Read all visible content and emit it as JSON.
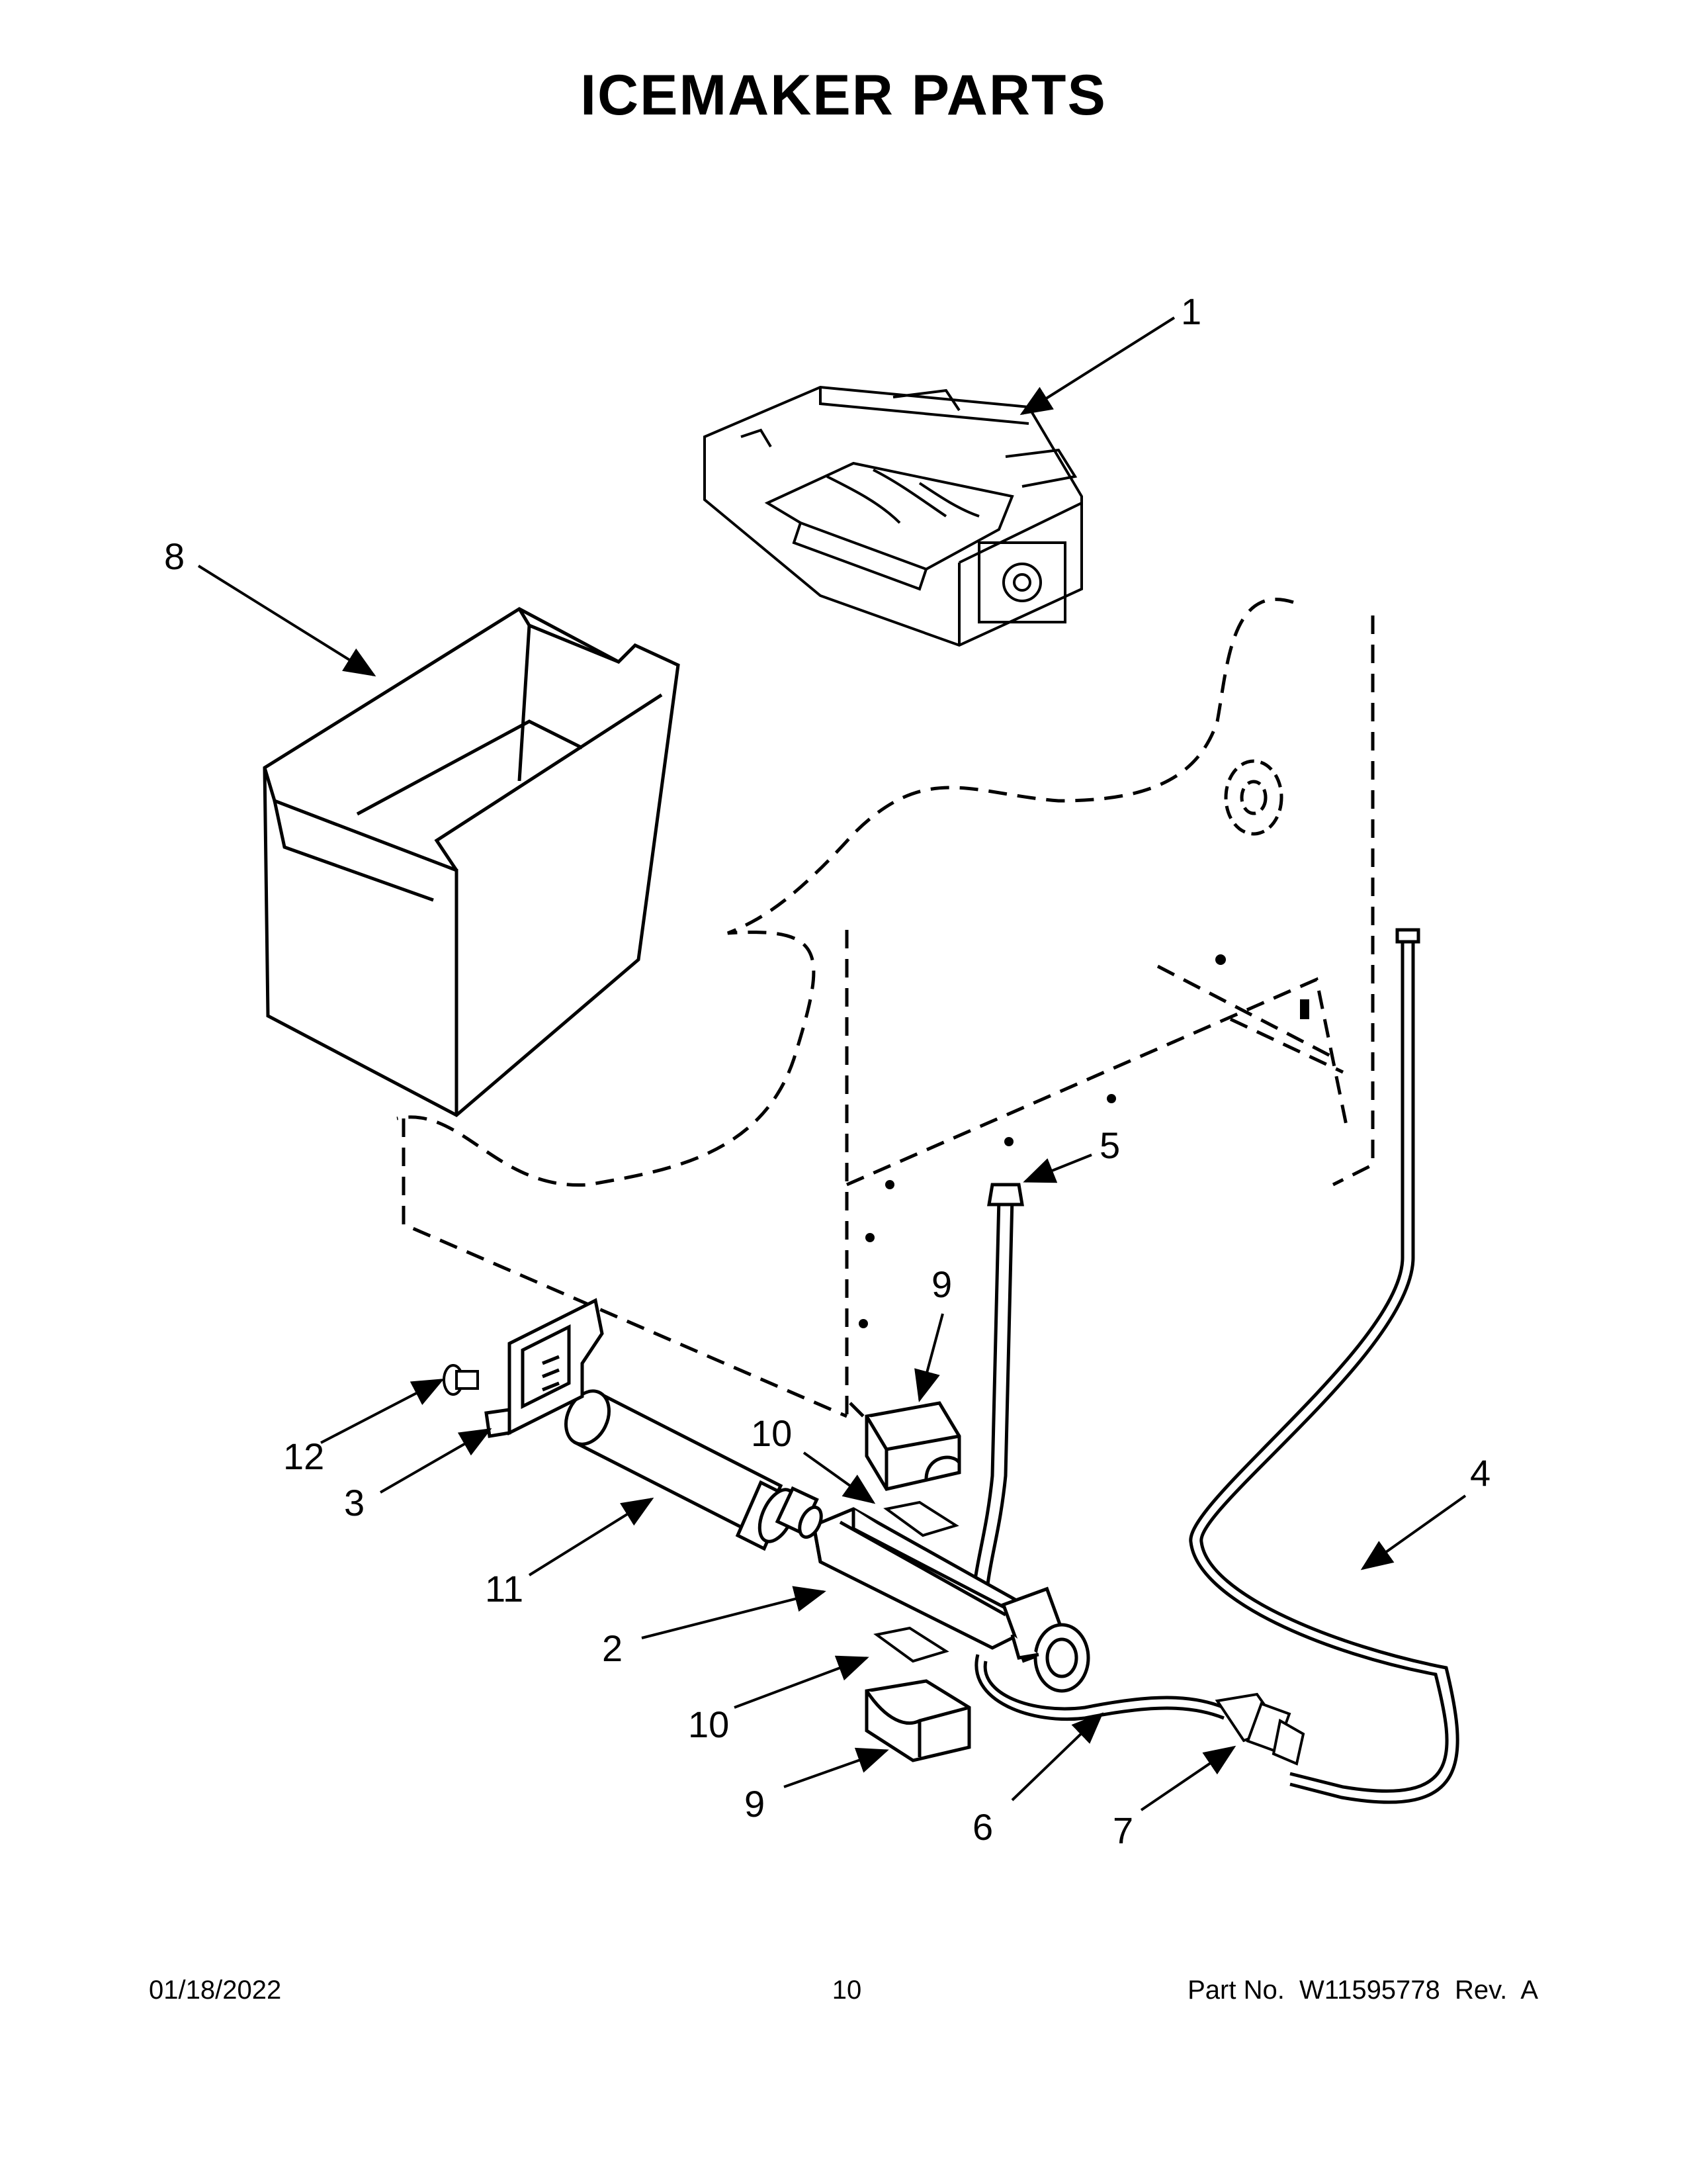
{
  "title": "ICEMAKER PARTS",
  "callouts": {
    "c1": "1",
    "c2": "2",
    "c3": "3",
    "c4": "4",
    "c5": "5",
    "c6": "6",
    "c7": "7",
    "c8": "8",
    "c9a": "9",
    "c9b": "9",
    "c10a": "10",
    "c10b": "10",
    "c11": "11",
    "c12": "12"
  },
  "footer": {
    "date": "01/18/2022",
    "page": "10",
    "part_number": "Part No.  W11595778  Rev.  A"
  }
}
